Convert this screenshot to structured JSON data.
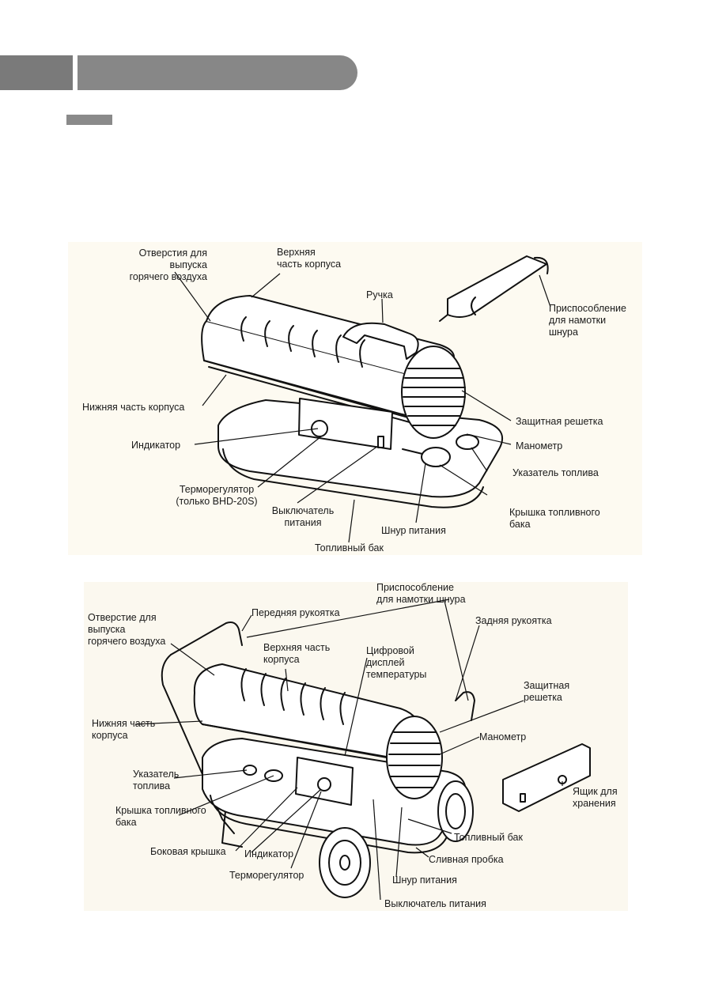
{
  "top_diagram": {
    "labels": {
      "hot_air_outlet": "Отверстия для выпуска\nгорячего воздуха",
      "upper_body": "Верхняя\nчасть корпуса",
      "handle": "Ручка",
      "cord_winder": "Приспособление\nдля намотки\nшнура",
      "lower_body": "Нижняя часть корпуса",
      "guard": "Защитная решетка",
      "indicator": "Индикатор",
      "manometer": "Манометр",
      "fuel_gauge": "Указатель топлива",
      "thermostat": "Терморегулятор\n(только BHD-20S)",
      "power_switch": "Выключатель\nпитания",
      "tank_cap": "Крышка топливного\nбака",
      "power_cord": "Шнур питания",
      "fuel_tank": "Топливный бак"
    }
  },
  "bottom_diagram": {
    "labels": {
      "cord_winder": "Приспособление\nдля намотки шнура",
      "hot_air_outlet": "Отверстие для\nвыпуска\nгорячего воздуха",
      "front_handle": "Передняя рукоятка",
      "rear_handle": "Задняя рукоятка",
      "upper_body": "Верхняя часть\nкорпуса",
      "digital_display": "Цифровой\nдисплей\nтемпературы",
      "guard": "Защитная\nрешетка",
      "lower_body": "Нижняя часть\nкорпуса",
      "manometer": "Манометр",
      "fuel_gauge": "Указатель\nтоплива",
      "storage_box": "Ящик для\nхранения",
      "tank_cap": "Крышка топливного\nбака",
      "fuel_tank": "Топливный бак",
      "side_cover": "Боковая крышка",
      "indicator": "Индикатор",
      "drain_plug": "Сливная пробка",
      "thermostat": "Терморегулятор",
      "power_cord": "Шнур питания",
      "power_switch": "Выключатель питания"
    }
  }
}
